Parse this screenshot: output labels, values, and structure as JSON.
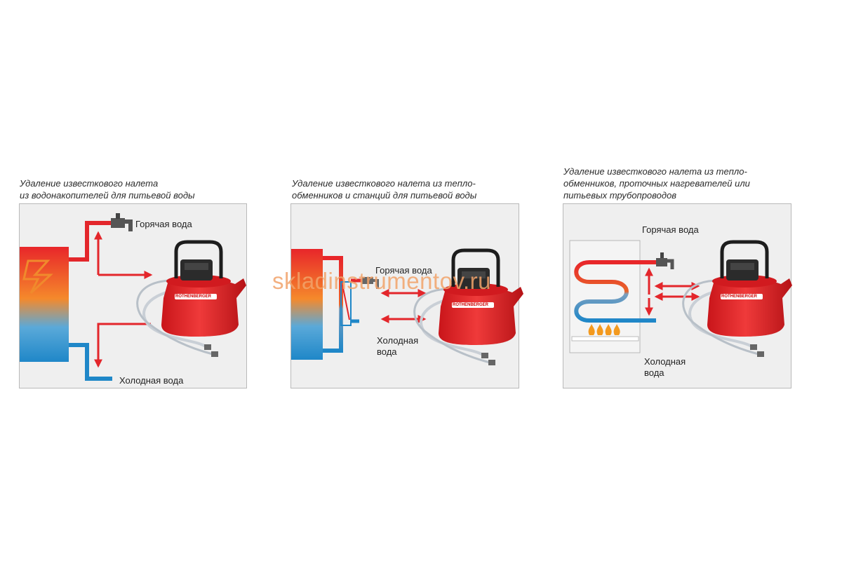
{
  "panels": [
    {
      "caption": "Удаление известкового налета\nиз водонакопителей для питьевой воды",
      "hot_label": "Горячая вода",
      "cold_label": "Холодная вода"
    },
    {
      "caption": "Удаление известкового налета из тепло-\nобменников и станций для питьевой воды",
      "hot_label": "Горячая вода",
      "cold_label": "Холодная\nвода"
    },
    {
      "caption": "Удаление известкового налета из тепло-\nобменников, проточных нагревателей или\nпитьевых трубопроводов",
      "hot_label": "Горячая вода",
      "cold_label": "Холодная\nвода"
    }
  ],
  "pump_brand": "ROTHENBERGER",
  "watermark": "skladinstrumentov.ru",
  "colors": {
    "hot": "#e3262b",
    "cold": "#1f87c8",
    "pump": "#e0272b",
    "panel_bg": "#efefef"
  }
}
